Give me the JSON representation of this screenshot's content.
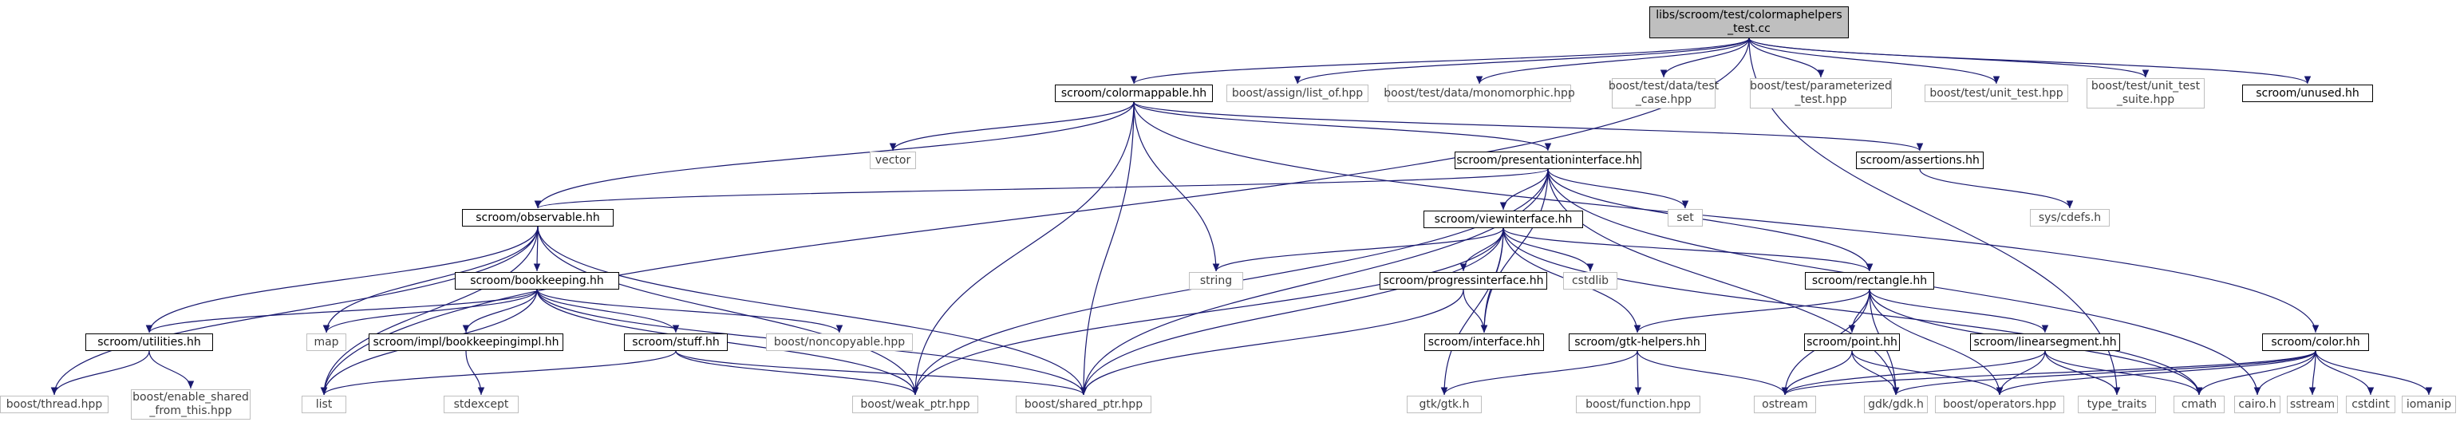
{
  "colors": {
    "edge": "#191970",
    "node_border": "#000000",
    "external_border": "#bfbfbf",
    "root_fill": "#bfbfbf"
  },
  "nodes": {
    "root": "libs/scroom/test/colormaphelpers\n_test.cc",
    "colormappable": "scroom/colormappable.hh",
    "assign_list_of": "boost/assign/list_of.hpp",
    "test_data_monomorphic": "boost/test/data/monomorphic.hpp",
    "test_data_test_case": "boost/test/data/test\n_case.hpp",
    "test_parameterized": "boost/test/parameterized\n_test.hpp",
    "test_unit_test": "boost/test/unit_test.hpp",
    "test_unit_test_suite": "boost/test/unit_test\n_suite.hpp",
    "unused": "scroom/unused.hh",
    "vector": "vector",
    "presentationinterface": "scroom/presentationinterface.hh",
    "assertions": "scroom/assertions.hh",
    "sys_cdefs": "sys/cdefs.h",
    "observable": "scroom/observable.hh",
    "set": "set",
    "viewinterface": "scroom/viewinterface.hh",
    "string": "string",
    "cstdlib": "cstdlib",
    "progressinterface": "scroom/progressinterface.hh",
    "rectangle": "scroom/rectangle.hh",
    "bookkeeping": "scroom/bookkeeping.hh",
    "utilities": "scroom/utilities.hh",
    "map": "map",
    "bookkeepingimpl": "scroom/impl/bookkeepingimpl.hh",
    "stuff": "scroom/stuff.hh",
    "noncopyable": "boost/noncopyable.hpp",
    "interface": "scroom/interface.hh",
    "gtk_helpers": "scroom/gtk-helpers.hh",
    "point": "scroom/point.hh",
    "linearsegment": "scroom/linearsegment.hh",
    "color": "scroom/color.hh",
    "boost_thread": "boost/thread.hpp",
    "enable_shared": "boost/enable_shared\n_from_this.hpp",
    "list": "list",
    "stdexcept": "stdexcept",
    "weak_ptr": "boost/weak_ptr.hpp",
    "shared_ptr": "boost/shared_ptr.hpp",
    "gtk": "gtk/gtk.h",
    "boost_function": "boost/function.hpp",
    "ostream": "ostream",
    "gdk": "gdk/gdk.h",
    "boost_operators": "boost/operators.hpp",
    "type_traits": "type_traits",
    "cmath": "cmath",
    "cairo": "cairo.h",
    "sstream": "sstream",
    "cstdint": "cstdint",
    "iomanip": "iomanip"
  },
  "edges": [
    [
      "root",
      "colormappable"
    ],
    [
      "root",
      "assign_list_of"
    ],
    [
      "root",
      "test_data_monomorphic"
    ],
    [
      "root",
      "test_data_test_case"
    ],
    [
      "root",
      "test_parameterized"
    ],
    [
      "root",
      "test_unit_test"
    ],
    [
      "root",
      "test_unit_test_suite"
    ],
    [
      "root",
      "unused"
    ],
    [
      "root",
      "list"
    ],
    [
      "root",
      "type_traits"
    ],
    [
      "colormappable",
      "vector"
    ],
    [
      "colormappable",
      "presentationinterface"
    ],
    [
      "colormappable",
      "assertions"
    ],
    [
      "colormappable",
      "observable"
    ],
    [
      "colormappable",
      "string"
    ],
    [
      "colormappable",
      "weak_ptr"
    ],
    [
      "colormappable",
      "shared_ptr"
    ],
    [
      "colormappable",
      "color"
    ],
    [
      "presentationinterface",
      "observable"
    ],
    [
      "presentationinterface",
      "set"
    ],
    [
      "presentationinterface",
      "viewinterface"
    ],
    [
      "presentationinterface",
      "rectangle"
    ],
    [
      "presentationinterface",
      "interface"
    ],
    [
      "presentationinterface",
      "weak_ptr"
    ],
    [
      "presentationinterface",
      "shared_ptr"
    ],
    [
      "presentationinterface",
      "gdk"
    ],
    [
      "presentationinterface",
      "cairo"
    ],
    [
      "assertions",
      "sys_cdefs"
    ],
    [
      "observable",
      "bookkeeping"
    ],
    [
      "observable",
      "utilities"
    ],
    [
      "observable",
      "map"
    ],
    [
      "observable",
      "list"
    ],
    [
      "observable",
      "weak_ptr"
    ],
    [
      "observable",
      "shared_ptr"
    ],
    [
      "observable",
      "boost_thread"
    ],
    [
      "viewinterface",
      "string"
    ],
    [
      "viewinterface",
      "cstdlib"
    ],
    [
      "viewinterface",
      "progressinterface"
    ],
    [
      "viewinterface",
      "rectangle"
    ],
    [
      "viewinterface",
      "interface"
    ],
    [
      "viewinterface",
      "gtk_helpers"
    ],
    [
      "viewinterface",
      "gtk"
    ],
    [
      "viewinterface",
      "weak_ptr"
    ],
    [
      "viewinterface",
      "shared_ptr"
    ],
    [
      "viewinterface",
      "cmath"
    ],
    [
      "progressinterface",
      "interface"
    ],
    [
      "progressinterface",
      "shared_ptr"
    ],
    [
      "rectangle",
      "gtk_helpers"
    ],
    [
      "rectangle",
      "point"
    ],
    [
      "rectangle",
      "linearsegment"
    ],
    [
      "rectangle",
      "ostream"
    ],
    [
      "rectangle",
      "gdk"
    ],
    [
      "rectangle",
      "boost_operators"
    ],
    [
      "rectangle",
      "cmath"
    ],
    [
      "bookkeeping",
      "utilities"
    ],
    [
      "bookkeeping",
      "map"
    ],
    [
      "bookkeeping",
      "bookkeepingimpl"
    ],
    [
      "bookkeeping",
      "stuff"
    ],
    [
      "bookkeeping",
      "noncopyable"
    ],
    [
      "bookkeeping",
      "weak_ptr"
    ],
    [
      "bookkeeping",
      "shared_ptr"
    ],
    [
      "bookkeeping",
      "list"
    ],
    [
      "utilities",
      "boost_thread"
    ],
    [
      "utilities",
      "enable_shared"
    ],
    [
      "bookkeepingimpl",
      "stdexcept"
    ],
    [
      "stuff",
      "list"
    ],
    [
      "stuff",
      "weak_ptr"
    ],
    [
      "stuff",
      "shared_ptr"
    ],
    [
      "gtk_helpers",
      "gtk"
    ],
    [
      "gtk_helpers",
      "boost_function"
    ],
    [
      "gtk_helpers",
      "ostream"
    ],
    [
      "point",
      "ostream"
    ],
    [
      "point",
      "gdk"
    ],
    [
      "point",
      "boost_operators"
    ],
    [
      "linearsegment",
      "ostream"
    ],
    [
      "linearsegment",
      "boost_operators"
    ],
    [
      "linearsegment",
      "type_traits"
    ],
    [
      "linearsegment",
      "cmath"
    ],
    [
      "color",
      "ostream"
    ],
    [
      "color",
      "gdk"
    ],
    [
      "color",
      "boost_operators"
    ],
    [
      "color",
      "cmath"
    ],
    [
      "color",
      "cairo"
    ],
    [
      "color",
      "sstream"
    ],
    [
      "color",
      "cstdint"
    ],
    [
      "color",
      "iomanip"
    ]
  ]
}
